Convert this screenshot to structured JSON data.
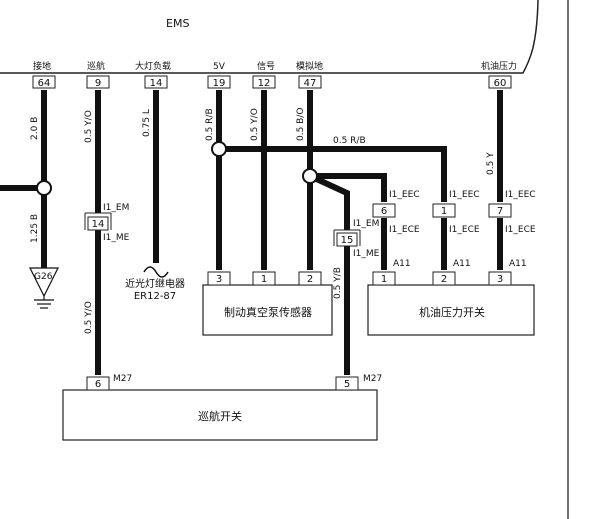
{
  "ems_title": "EMS",
  "ems_pins": [
    {
      "label": "接地",
      "pin": "64"
    },
    {
      "label": "巡航",
      "pin": "9"
    },
    {
      "label": "大灯负载",
      "pin": "14"
    },
    {
      "label": "5V",
      "pin": "19"
    },
    {
      "label": "信号",
      "pin": "12"
    },
    {
      "label": "模拟地",
      "pin": "47"
    },
    {
      "label": "机油压力",
      "pin": "60"
    }
  ],
  "wires": {
    "ground_top": "2.0 B",
    "ground_bottom": "1.25 B",
    "cruise_top": "0.5 Y/O",
    "cruise_bottom": "0.5 Y/O",
    "headlamp": "0.75 L",
    "v5": "0.5 R/B",
    "signal": "0.5 Y/O",
    "analog_ground": "0.5 B/O",
    "horizontal": "0.5 R/B",
    "oil": "0.5 Y",
    "vertical_yb": "0.5 Y/B"
  },
  "ground_point": "G26",
  "relay": {
    "name": "近光灯继电器",
    "code": "ER12-87"
  },
  "inline_connectors": [
    {
      "pin": "14",
      "top": "I1_EM",
      "bottom": "I1_ME"
    },
    {
      "pin": "15",
      "top": "I1_EM",
      "bottom": "I1_ME"
    },
    {
      "pin": "6",
      "top": "I1_EEC",
      "bottom": "I1_ECE"
    },
    {
      "pin": "1",
      "top": "I1_EEC",
      "bottom": "I1_ECE"
    },
    {
      "pin": "7",
      "top": "I1_EEC",
      "bottom": "I1_ECE"
    }
  ],
  "components": {
    "vacuum_sensor": {
      "name": "制动真空泵传感器",
      "pins": [
        "3",
        "1",
        "2"
      ]
    },
    "oil_switch": {
      "name": "机油压力开关",
      "connector": "A11",
      "pins": [
        "1",
        "2",
        "3"
      ]
    },
    "cruise_switch": {
      "name": "巡航开关",
      "connector": "M27",
      "pins": [
        "6",
        "5"
      ]
    }
  }
}
